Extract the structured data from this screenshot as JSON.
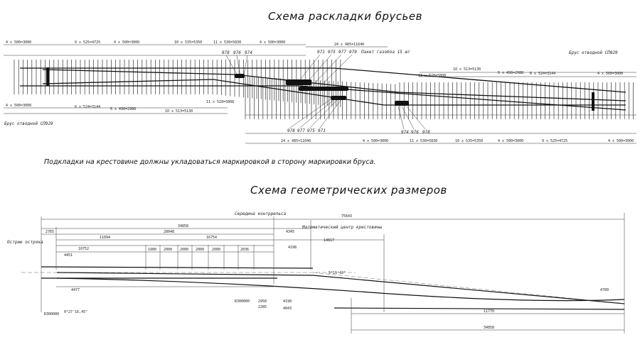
{
  "titles": {
    "layout": "Схема раскладки брусьев",
    "geometry": "Схема геометрических размеров"
  },
  "note": "Подкладки на крестовине должны укладоваться маркировкой в сторону маркировки бруса.",
  "layout_scheme": {
    "top_dims": [
      "4 x 500=3000",
      "9 x 525=4725",
      "4 x 500=3000",
      "10 x 535=5350",
      "11 x 530=5830",
      "4 x 500=3000",
      "24 x 485=11640"
    ],
    "bottom_dims_left": [
      "4 x 500=3000",
      "6 x 524=3144",
      "6 x 498=2988",
      "10 x 513=5130",
      "11 x 528=5808"
    ],
    "right_dims": [
      "11 x 528=5808",
      "10 x 513=5130",
      "6 x 498=2988",
      "6 x 524=3144",
      "4 x 500=3000"
    ],
    "bottom_dims_right": [
      "24 x 485=11640",
      "4 x 500=3000",
      "11 x 530=5830",
      "10 x 535=5350",
      "4 x 500=3000",
      "9 x 525=4725",
      "4 x 500=3000"
    ],
    "bar_left": "Брус отводной СП929",
    "bar_right": "Брус отводной СП929",
    "beams_group_label": "Пакет газобоа 15 шт",
    "marks_upper": [
      "978",
      "976",
      "974",
      "971",
      "975",
      "977",
      "979"
    ],
    "marks_lower": [
      "978",
      "977",
      "975",
      "971",
      "974",
      "976",
      "978"
    ]
  },
  "geometry_scheme": {
    "label_point": "Острие остряка",
    "label_middle": "Середина контррельса",
    "label_center": "Математический центр крестовины",
    "overall": "75643",
    "dims_top": [
      "34858",
      "28048",
      "4345",
      "2765",
      "11094",
      "16754",
      "14817",
      "10752",
      "4198",
      "4451"
    ],
    "dims_small": [
      "1900",
      "2000",
      "2000",
      "2000",
      "2000",
      "2036"
    ],
    "dims_left": [
      "4477"
    ],
    "radii": [
      "R300000",
      "R300000"
    ],
    "angle": "5°11'42\"",
    "angle_left": "0°27'16,45\"",
    "bottom_dims": [
      "2950",
      "4198",
      "2285",
      "4043",
      "34858",
      "11770",
      "4700"
    ]
  }
}
